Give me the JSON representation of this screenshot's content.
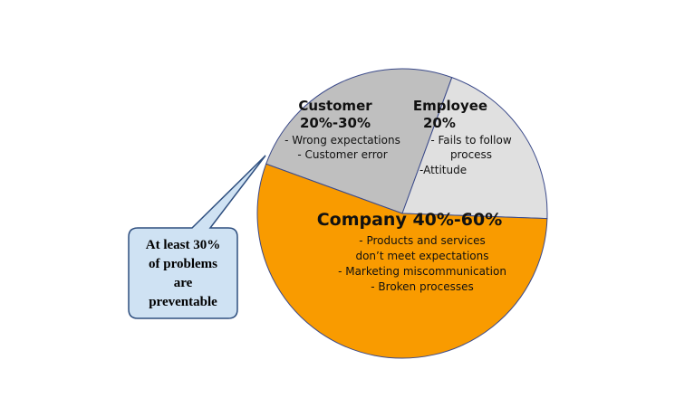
{
  "chart_data": {
    "type": "pie",
    "title": "",
    "slices": [
      {
        "label": "Customer",
        "value_text": "20%-30%",
        "share": 0.25,
        "color": "#bfbfbf",
        "details": [
          "- Wrong expectations",
          "- Customer error"
        ]
      },
      {
        "label": "Employee",
        "value_text": "20%",
        "share": 0.2,
        "color": "#e0e0e0",
        "details": [
          "- Fails to follow",
          "process",
          "-Attitude"
        ]
      },
      {
        "label": "Company 40%-60%",
        "value_text": "",
        "share": 0.55,
        "color": "#f99b00",
        "details": [
          "- Products and services",
          "don’t meet expectations",
          "- Marketing miscommunication",
          "- Broken processes"
        ]
      }
    ],
    "callout": {
      "lines": [
        "At least 30%",
        "of problems",
        "are",
        "preventable"
      ],
      "fill": "#cfe2f3",
      "stroke": "#2f4f7f"
    }
  },
  "colors": {
    "edge": "#3b4a8a"
  }
}
